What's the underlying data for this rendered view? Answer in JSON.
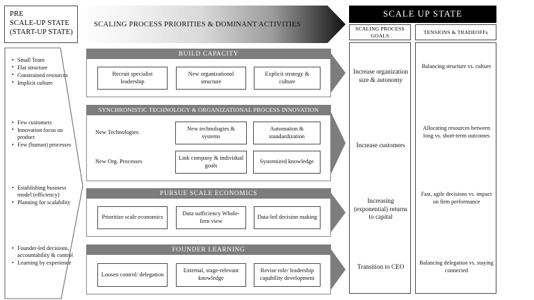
{
  "left": {
    "pre_state_title_lines": [
      "PRE",
      "SCALE-UP STATE",
      "(START-UP STATE)"
    ],
    "bullet_groups": [
      {
        "items": [
          "Small Team",
          "Flat structure",
          "Constrained resources",
          "Implicit culture"
        ]
      },
      {
        "items": [
          "Few customers",
          "Innovation focus on product",
          "Few (human) processes"
        ]
      },
      {
        "items": [
          "Establishing business model (efficiency)",
          "Planning for scalability"
        ]
      },
      {
        "items": [
          "Founder-led decisions, accountability & control",
          "Learning by experience"
        ]
      }
    ]
  },
  "center": {
    "banner_title": "SCALING PROCESS PRIORITIES & DOMINANT ACTIVITIES",
    "bands": [
      {
        "title": "BUILD CAPACITY",
        "cells": [
          "Recruit specialist leadership",
          "New organizational structure",
          "Explicit strategy & culture"
        ]
      },
      {
        "title": "SYNCHRONISTIC TECHNOLOGY & ORGANIZATIONAL PROCESS INNOVATION",
        "row_labels": [
          "New Technologies",
          "New Org. Processes"
        ],
        "cells_row1": [
          "New technologies & systems",
          "Automation & standardization"
        ],
        "cells_row2": [
          "Link company & individual goals",
          "Systemized knowledge"
        ]
      },
      {
        "title": "PURSUE SCALE ECONOMICS",
        "cells": [
          "Prioritize scale economics",
          "Data sufficiency Whole-firm view",
          "Data-led decision making"
        ]
      },
      {
        "title": "FOUNDER LEARNING",
        "cells": [
          "Loosen control/ delegation",
          "External, stage-relevant knowledge",
          "Revise role/ leadership capability development"
        ]
      }
    ]
  },
  "right": {
    "header": "SCALE UP STATE",
    "col1_header": "SCALING PROCESS GOALS",
    "col2_header": "TENSIONS & TRADEOFFs",
    "goals": [
      "Increase organization size & autonomy",
      "Increase customers",
      "Increasing (exponential) returns to capital",
      "Transition to CEO"
    ],
    "tensions": [
      "Balancing structure vs. culture",
      "Allocating resources between long vs. short-term outcomes",
      "Fast, agile decisions vs. impact on firm performance",
      "Balancing delegation vs. staying connected"
    ]
  },
  "colors": {
    "band_gray": "#7d7d7d",
    "header_black": "#000000",
    "box_border": "#4a4a4a"
  }
}
